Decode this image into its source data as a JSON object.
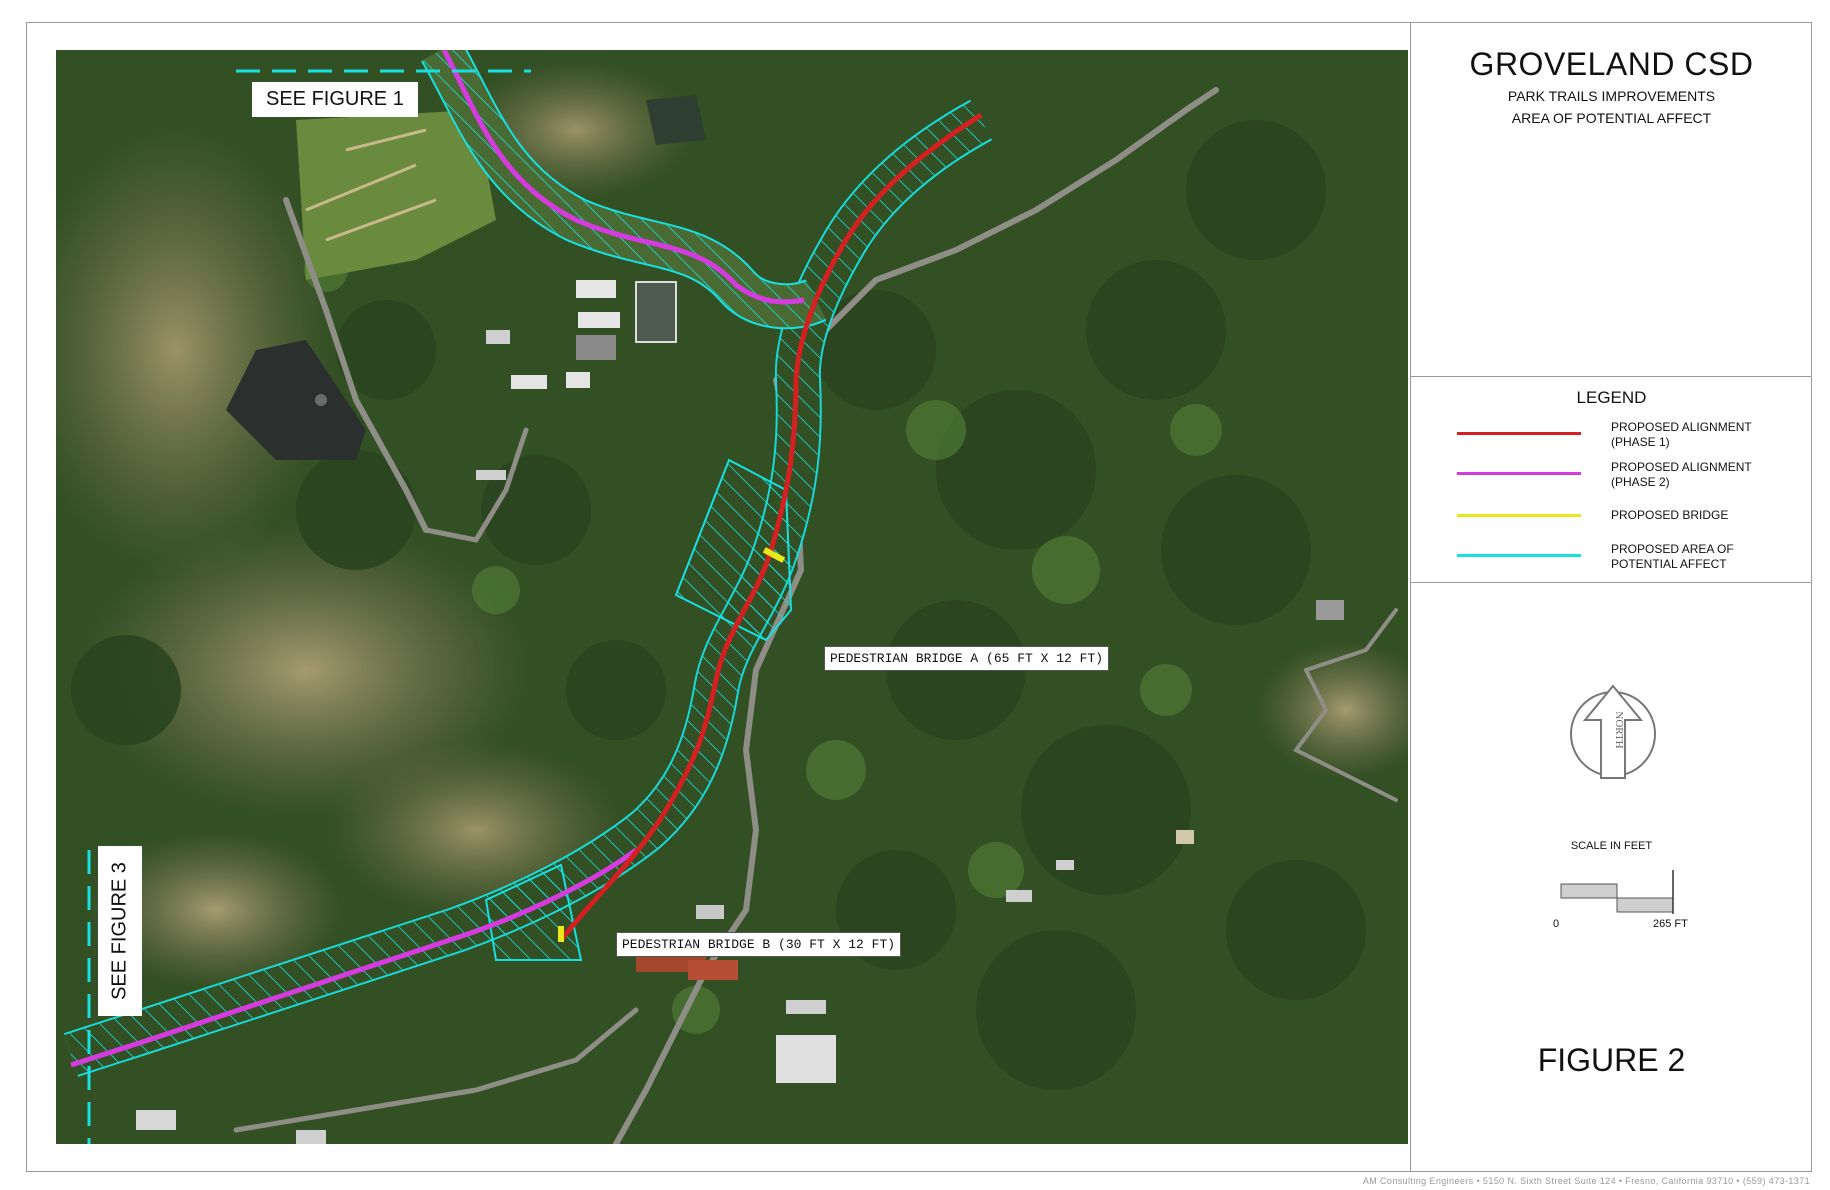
{
  "title_block": {
    "title": "GROVELAND CSD",
    "subtitle_1": "PARK TRAILS IMPROVEMENTS",
    "subtitle_2": "AREA OF POTENTIAL AFFECT",
    "figure_label": "FIGURE 2"
  },
  "legend": {
    "title": "LEGEND",
    "items": [
      {
        "label": "PROPOSED ALIGNMENT (PHASE 1)",
        "color": "#d42020"
      },
      {
        "label": "PROPOSED ALIGNMENT (PHASE 2)",
        "color": "#d63be0"
      },
      {
        "label": "PROPOSED BRIDGE",
        "color": "#e8e81a"
      },
      {
        "label": "PROPOSED AREA OF POTENTIAL AFFECT",
        "color": "#18e0e0"
      }
    ]
  },
  "scale": {
    "title": "SCALE IN FEET",
    "start": "0",
    "end": "265 FT"
  },
  "north_arrow": {
    "label": "NORTH",
    "icon": "north-arrow-icon"
  },
  "map": {
    "callouts": {
      "bridge_a": "PEDESTRIAN BRIDGE A (65 FT X 12 FT)",
      "bridge_b": "PEDESTRIAN BRIDGE B (30 FT X 12 FT)"
    },
    "see_figure_1": "SEE FIGURE 1",
    "see_figure_3": "SEE FIGURE 3"
  },
  "footer": {
    "credit": "AM Consulting Engineers • 5150 N. Sixth Street Suite 124 • Fresno, California 93710 • (559) 473-1371"
  },
  "colors": {
    "phase1": "#d42020",
    "phase2": "#d63be0",
    "bridge": "#e8e81a",
    "apa": "#18e0e0"
  }
}
